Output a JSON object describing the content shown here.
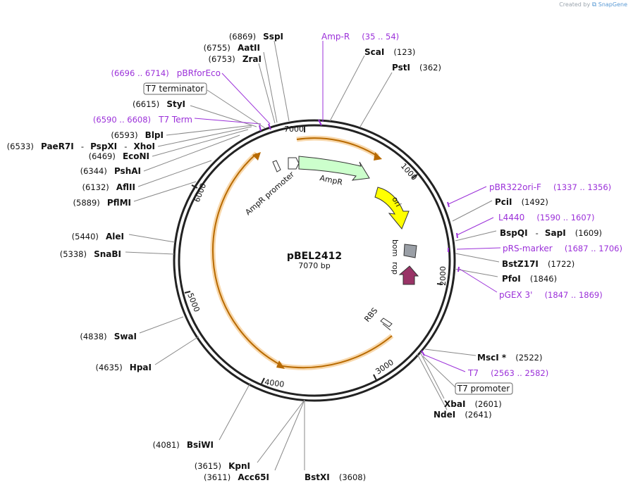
{
  "credit": {
    "prefix": "Created by",
    "brand": "SnapGene"
  },
  "plasmid": {
    "name": "pBEL2412",
    "length": "7070 bp",
    "total_bp": 7070
  },
  "ticks": [
    "1000",
    "2000",
    "3000",
    "4000",
    "5000",
    "6000",
    "7000"
  ],
  "sites": [
    {
      "name": "SspI",
      "num": "(6869)"
    },
    {
      "name": "AatII",
      "num": "(6755)"
    },
    {
      "name": "ZraI",
      "num": "(6753)"
    },
    {
      "name": "ScaI",
      "num": "(123)"
    },
    {
      "name": "PstI",
      "num": "(362)"
    },
    {
      "name": "StyI",
      "num": "(6615)"
    },
    {
      "name": "BlpI",
      "num": "(6593)"
    },
    {
      "name": "PaeR7I",
      "num": "(6533)",
      "sep": "-",
      "name2": "PspXI",
      "sep2": "-",
      "name3": "XhoI"
    },
    {
      "name": "EcoNI",
      "num": "(6469)"
    },
    {
      "name": "PshAI",
      "num": "(6344)"
    },
    {
      "name": "AflII",
      "num": "(6132)"
    },
    {
      "name": "PflMI",
      "num": "(5889)"
    },
    {
      "name": "AleI",
      "num": "(5440)"
    },
    {
      "name": "SnaBI",
      "num": "(5338)"
    },
    {
      "name": "SwaI",
      "num": "(4838)"
    },
    {
      "name": "HpaI",
      "num": "(4635)"
    },
    {
      "name": "BsiWI",
      "num": "(4081)"
    },
    {
      "name": "KpnI",
      "num": "(3615)"
    },
    {
      "name": "Acc65I",
      "num": "(3611)"
    },
    {
      "name": "BstXI",
      "num": "(3608)"
    },
    {
      "name": "NdeI",
      "num": "(2641)"
    },
    {
      "name": "XbaI",
      "num": "(2601)"
    },
    {
      "name": "MscI *",
      "num": "(2522)"
    },
    {
      "name": "PfoI",
      "num": "(1846)"
    },
    {
      "name": "BstZ17I",
      "num": "(1722)"
    },
    {
      "name": "BspQI",
      "num": "(1609)",
      "sep": "-",
      "name2": "SapI"
    },
    {
      "name": "PciI",
      "num": "(1492)"
    }
  ],
  "primers": [
    {
      "name": "Amp-R",
      "range": "(35 .. 54)"
    },
    {
      "name": "pBRforEco",
      "range": "(6696 .. 6714)"
    },
    {
      "name": "T7 Term",
      "range": "(6590 .. 6608)"
    },
    {
      "name": "pBR322ori-F",
      "range": "(1337 .. 1356)"
    },
    {
      "name": "L4440",
      "range": "(1590 .. 1607)"
    },
    {
      "name": "pRS-marker",
      "range": "(1687 .. 1706)"
    },
    {
      "name": "pGEX 3'",
      "range": "(1847 .. 1869)"
    },
    {
      "name": "T7",
      "range": "(2563 .. 2582)"
    }
  ],
  "boxed_features": [
    {
      "name": "T7 terminator"
    },
    {
      "name": "T7 promoter"
    }
  ],
  "inner_features": [
    {
      "name": "AmpR",
      "color": "#ccffcc"
    },
    {
      "name": "AmpR promoter",
      "color": "#ffffff"
    },
    {
      "name": "ori",
      "color": "#ffff00"
    },
    {
      "name": "bom",
      "color": "#999999"
    },
    {
      "name": "rop",
      "color": "#993366"
    },
    {
      "name": "RBS",
      "color": "#ffffff"
    }
  ],
  "colors": {
    "primer": "#9b30d9",
    "orf_fill": "#ffe8b0",
    "orf_stroke": "#e07b00",
    "backbone": "#222222",
    "leader": "#888888"
  }
}
